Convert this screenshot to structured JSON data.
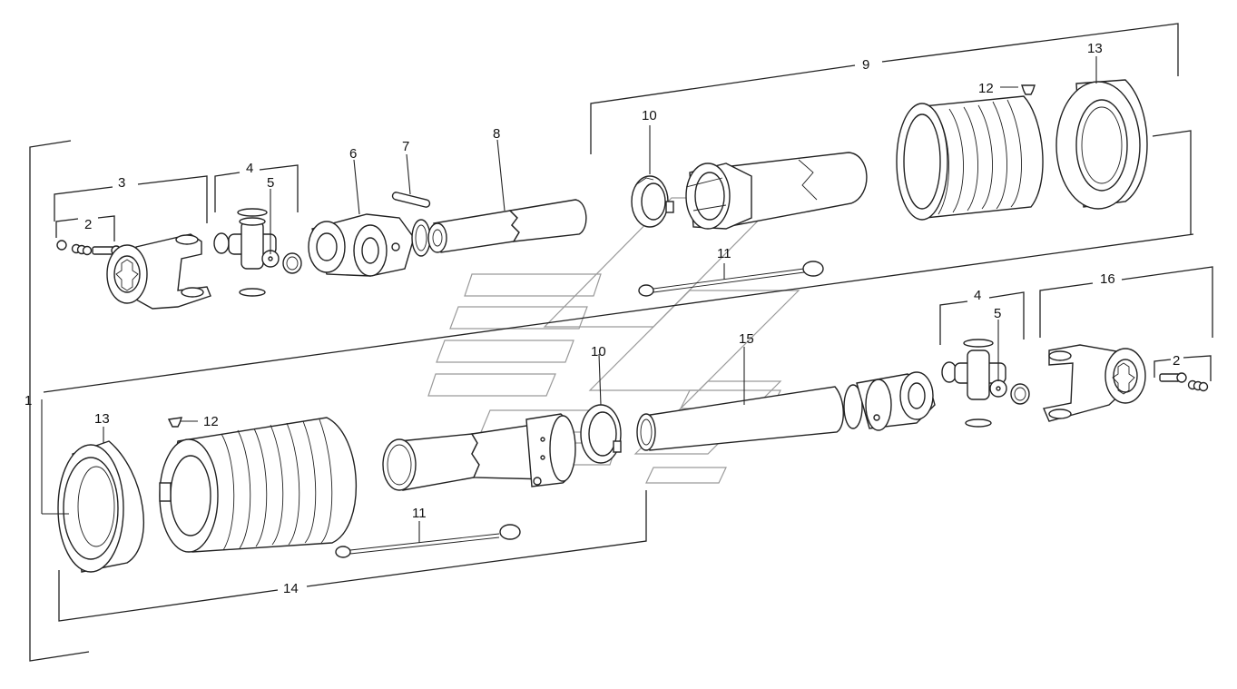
{
  "callouts": {
    "c1": "1",
    "c2a": "2",
    "c2b": "2",
    "c3": "3",
    "c4a": "4",
    "c4b": "4",
    "c5a": "5",
    "c5b": "5",
    "c6": "6",
    "c7": "7",
    "c8": "8",
    "c9": "9",
    "c10a": "10",
    "c10b": "10",
    "c11a": "11",
    "c11b": "11",
    "c12a": "12",
    "c12b": "12",
    "c13a": "13",
    "c13b": "13",
    "c14": "14",
    "c15": "15",
    "c16": "16"
  },
  "colors": {
    "line": "#222222",
    "watermark": "#9a9a9a",
    "background": "#ffffff"
  }
}
